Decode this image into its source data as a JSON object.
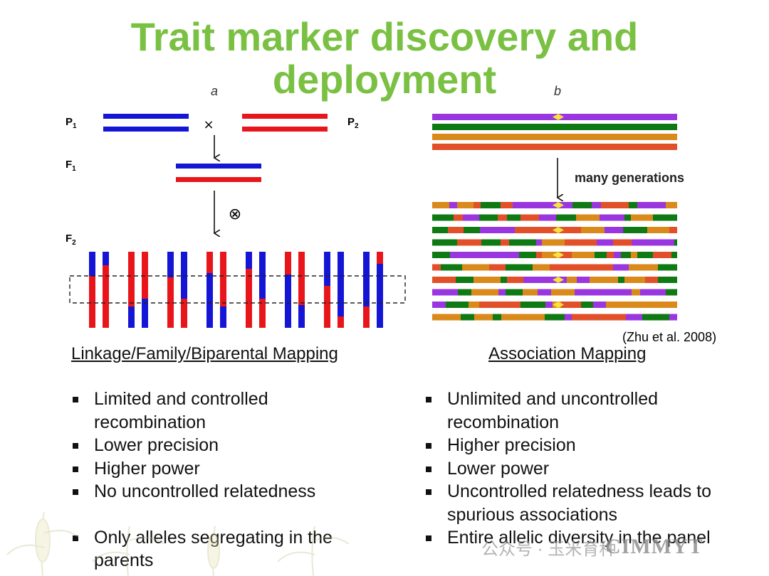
{
  "title": {
    "line1": "Trait marker discovery and",
    "line2": "deployment"
  },
  "panel_a": {
    "letter": "a",
    "labels": {
      "p1_base": "P",
      "p1_sub": "1",
      "p2_base": "P",
      "p2_sub": "2",
      "f1_base": "F",
      "f1_sub": "1",
      "f2_base": "F",
      "f2_sub": "2"
    },
    "cross_symbol": "×",
    "self_symbol": "⊗"
  },
  "panel_b": {
    "letter": "b",
    "generations_label": "many generations",
    "citation": "(Zhu et al. 2008)"
  },
  "left": {
    "heading": "Linkage/Family/Biparental Mapping",
    "bullets": [
      "Limited and controlled recombination",
      "Lower precision",
      "Higher power",
      "No uncontrolled relatedness",
      "Only alleles segregating in the parents"
    ]
  },
  "right": {
    "heading": "Association Mapping",
    "bullets": [
      "Unlimited  and uncontrolled recombination",
      "Higher precision",
      "Lower power",
      "Uncontrolled relatedness leads to spurious associations",
      "Entire allelic diversity in the panel"
    ]
  },
  "watermark": {
    "text": "公众号 · 玉米育种",
    "logo": "CIMMYT"
  },
  "colors": {
    "title": "#7ac143",
    "blue": "#1515d6",
    "red": "#e8161b",
    "purple": "#9a36e0",
    "green": "#0f7a14",
    "orange": "#d98a1a",
    "orangered": "#e2502a",
    "yellow": "#f5e23a"
  }
}
